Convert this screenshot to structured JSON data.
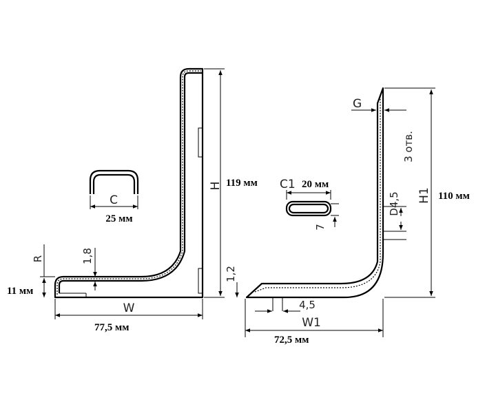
{
  "left_bracket": {
    "height_symbol": "H",
    "height_value": "119 мм",
    "width_symbol": "W",
    "width_value": "77,5 мм",
    "cutout_symbol": "C",
    "cutout_value": "25 мм",
    "radius_symbol": "R",
    "thickness_label": "1,8",
    "lip_value": "11 мм",
    "foot_label": "1,2"
  },
  "right_bracket": {
    "height_symbol": "H1",
    "height_value": "110 мм",
    "width_symbol": "W1",
    "width_value": "72,5 мм",
    "cutout_symbol": "C1",
    "cutout_value": "20 мм",
    "gap_symbol": "G",
    "holes_label": "3 отв.",
    "hole_diameter_label": "D4,5",
    "hole_offset_label": "7",
    "base_offset_label": "4,5"
  }
}
